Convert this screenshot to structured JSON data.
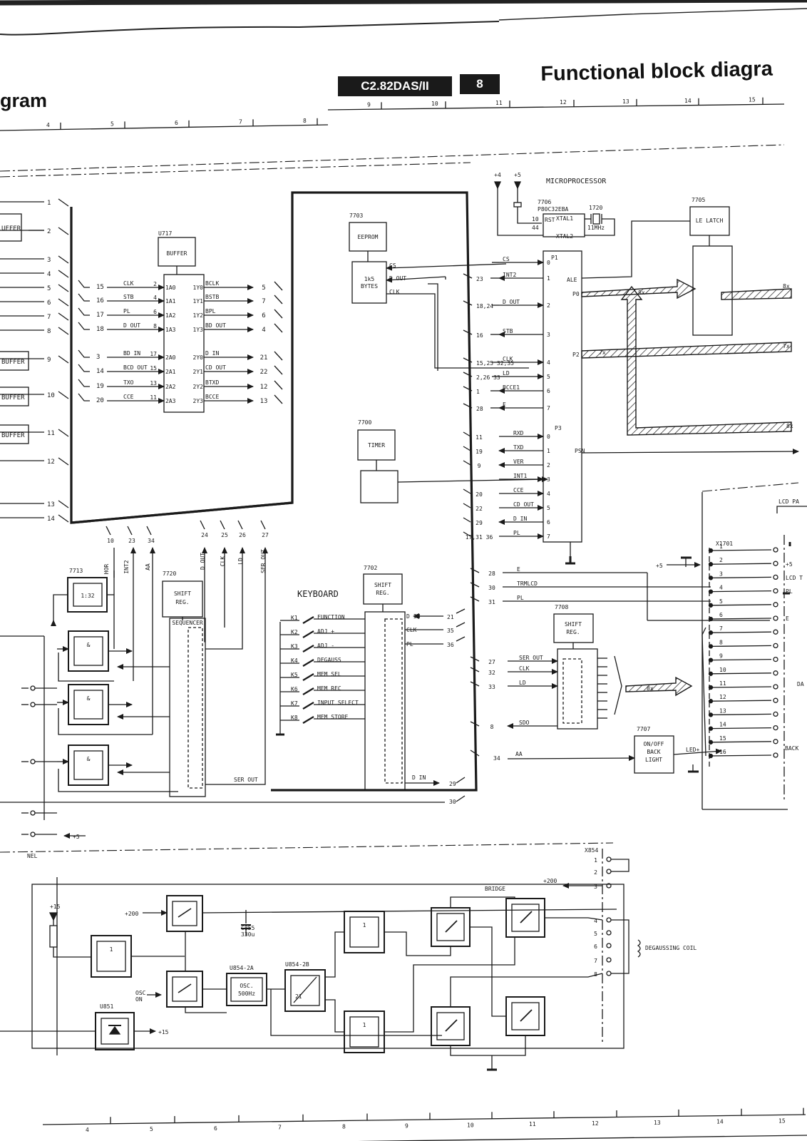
{
  "header": {
    "title_left": "gram",
    "title_right": "Functional block diagra",
    "model_tag": "C2.82DAS/II",
    "page_number": "8"
  },
  "ruler_top": [
    "4",
    "5",
    "6",
    "7",
    "8",
    "9",
    "10",
    "11",
    "12",
    "13",
    "14",
    "15"
  ],
  "ruler_bottom": [
    "4",
    "5",
    "6",
    "7",
    "8",
    "9",
    "10",
    "11",
    "12",
    "13",
    "14",
    "15"
  ],
  "left_edge": {
    "buffers": [
      "UFFER",
      "BUFFER",
      "BUFFER",
      "BUFFER"
    ],
    "connector_pins": [
      "1",
      "2",
      "3",
      "4",
      "5",
      "6",
      "7",
      "8",
      "9",
      "10",
      "11",
      "12",
      "13",
      "14"
    ]
  },
  "u717": {
    "ref": "U717",
    "name": "BUFFER",
    "inputs": [
      {
        "pin": "15",
        "sig": "CLK",
        "ipin": "2",
        "port": "1A0"
      },
      {
        "pin": "16",
        "sig": "STB",
        "ipin": "4",
        "port": "1A1"
      },
      {
        "pin": "17",
        "sig": "PL",
        "ipin": "6",
        "port": "1A2"
      },
      {
        "pin": "18",
        "sig": "D OUT",
        "ipin": "8",
        "port": "1A3"
      },
      {
        "pin": "3",
        "sig": "BD IN",
        "ipin": "17",
        "port": "2A0"
      },
      {
        "pin": "14",
        "sig": "BCD OUT",
        "ipin": "15",
        "port": "2A1"
      },
      {
        "pin": "19",
        "sig": "TXO",
        "ipin": "13",
        "port": "2A2"
      },
      {
        "pin": "20",
        "sig": "CCE",
        "ipin": "11",
        "port": "2A3"
      }
    ],
    "outputs": [
      {
        "port": "1Y0",
        "sig": "BCLK",
        "pin": "5"
      },
      {
        "port": "1Y1",
        "sig": "BSTB",
        "pin": "7"
      },
      {
        "port": "1Y2",
        "sig": "BPL",
        "pin": "6"
      },
      {
        "port": "1Y3",
        "sig": "BD OUT",
        "pin": "4"
      },
      {
        "port": "2Y0",
        "sig": "D IN",
        "pin": "21"
      },
      {
        "port": "2Y1",
        "sig": "CD OUT",
        "pin": "22"
      },
      {
        "port": "2Y2",
        "sig": "BTXD",
        "pin": "12"
      },
      {
        "port": "2Y3",
        "sig": "BCCE",
        "pin": "13"
      }
    ]
  },
  "lower_left": {
    "bottom_pins": [
      "10",
      "23",
      "34"
    ],
    "bottom_sigs": [
      "HOR",
      "INT2",
      "AA"
    ],
    "ic7713_ref": "7713",
    "ic7713_label": "1:32",
    "gate_label": "&",
    "ic7720_ref": "7720",
    "ic7720_label_1": "SHIFT",
    "ic7720_label_2": "REG.",
    "ic7720_sub": "SEQUENCER",
    "top_pins": [
      "24",
      "25",
      "26",
      "27"
    ],
    "top_sigs": [
      "D OUT",
      "CLK",
      "LD",
      "SER OUT"
    ],
    "ser_out": "SER OUT",
    "plus5": "+5"
  },
  "keyboard": {
    "title": "KEYBOARD",
    "keys": [
      {
        "k": "K1",
        "label": "FUNCTION"
      },
      {
        "k": "K2",
        "label": "ADJ +"
      },
      {
        "k": "K3",
        "label": "ADJ -"
      },
      {
        "k": "K4",
        "label": "DEGAUSS"
      },
      {
        "k": "K5",
        "label": "MEM SEL"
      },
      {
        "k": "K6",
        "label": "MEM REC"
      },
      {
        "k": "K7",
        "label": "INPUT SELECT"
      },
      {
        "k": "K8",
        "label": "MEM STORE"
      }
    ],
    "ic7702_ref": "7702",
    "ic7702_label_1": "SHIFT",
    "ic7702_label_2": "REG.",
    "ic7702_pins": [
      {
        "sig": "D IN",
        "pin": "21"
      },
      {
        "sig": "CLK",
        "pin": "35"
      },
      {
        "sig": "PL",
        "pin": "36"
      }
    ],
    "dout_sig": "D IN",
    "dout_pin": "29",
    "pin30": "30"
  },
  "eeprom": {
    "ref": "7703",
    "name": "EEPROM",
    "size_1": "1k5",
    "size_2": "BYTES",
    "sigs": [
      "CS",
      "D OUT",
      "CLK"
    ]
  },
  "timer": {
    "ref": "7700",
    "name": "TIMER"
  },
  "micro": {
    "title": "MICROPROCESSOR",
    "ref": "7706",
    "part": "P80C32EBA",
    "supply_4": "+4",
    "supply_5": "+5",
    "pin_rst": "10",
    "rst": "RST",
    "pin_44": "44",
    "xtal1": "XTAL1",
    "xtal2": "XTAL2",
    "xtal_ref": "1720",
    "xtal_freq": "11MHz",
    "ale": "ALE",
    "p0": "P0",
    "p1": "P1",
    "p2": "P2",
    "p3": "P3",
    "psn": "PSN",
    "p1_lines": [
      {
        "pin": "",
        "sig": "CS",
        "bit": "0"
      },
      {
        "pin": "23",
        "sig": "INT2",
        "bit": "1"
      },
      {
        "pin": "18,24",
        "sig": "D OUT",
        "bit": "2"
      },
      {
        "pin": "16",
        "sig": "STB",
        "bit": "3"
      },
      {
        "pin": "15,25 32,35",
        "sig": "CLK",
        "bit": "4"
      },
      {
        "pin": "2,26 33",
        "sig": "LD",
        "bit": "5"
      },
      {
        "pin": "1",
        "sig": "BCCE1",
        "bit": "6"
      },
      {
        "pin": "28",
        "sig": "E",
        "bit": "7"
      }
    ],
    "p3_lines": [
      {
        "pin": "11",
        "sig": "RXD",
        "bit": "0"
      },
      {
        "pin": "19",
        "sig": "TXD",
        "bit": "1"
      },
      {
        "pin": "9",
        "sig": "VER",
        "bit": "2"
      },
      {
        "pin": "",
        "sig": "INT1",
        "bit": "3"
      },
      {
        "pin": "20",
        "sig": "CCE",
        "bit": "4"
      },
      {
        "pin": "22",
        "sig": "CD OUT",
        "bit": "5"
      },
      {
        "pin": "29",
        "sig": "D IN",
        "bit": "6"
      },
      {
        "pin": "17,31 36",
        "sig": "PL",
        "bit": "7"
      }
    ],
    "bus_8x": "8x",
    "bus_7x": "7x"
  },
  "latch": {
    "ref": "7705",
    "name": "LE LATCH"
  },
  "right_side": {
    "lines": [
      {
        "pin": "28",
        "sig": "E"
      },
      {
        "pin": "30",
        "sig": "TRMLCD"
      },
      {
        "pin": "31",
        "sig": "PL"
      }
    ],
    "ic7708_ref": "7708",
    "ic7708_label_1": "SHIFT",
    "ic7708_label_2": "REG.",
    "ic7708_lines": [
      {
        "pin": "27",
        "sig": "SER OUT"
      },
      {
        "pin": "32",
        "sig": "CLK"
      },
      {
        "pin": "33",
        "sig": "LD"
      },
      {
        "pin": "8",
        "sig": "SDO"
      }
    ],
    "bus": "8x",
    "aa_pin": "34",
    "aa_sig": "AA",
    "ic7707_ref": "7707",
    "ic7707_l1": "ON/OFF",
    "ic7707_l2": "BACK",
    "ic7707_l3": "LIGHT",
    "led": "LED+",
    "lcd_pa": "LCD PA",
    "x1701": "X1701",
    "conn_pins": [
      "1",
      "2",
      "3",
      "4",
      "5",
      "6",
      "7",
      "8",
      "9",
      "10",
      "11",
      "12",
      "13",
      "14",
      "15",
      "16"
    ],
    "conn_labels": [
      "+5",
      "LCD T",
      "PL",
      "E",
      "DA",
      "BACK"
    ],
    "plus5": "+5"
  },
  "panel": {
    "label": "NEL",
    "x854": "X854",
    "x854_pins": [
      "1",
      "2",
      "3",
      "4",
      "5",
      "6",
      "7",
      "8"
    ],
    "plus200": "+200",
    "plus15": "+15",
    "bridge": "BRIDGE",
    "c855": "C855",
    "c855_val": "330u",
    "osc_on_1": "OSC",
    "osc_on_2": "ON",
    "u854a": "U854-2A",
    "osc_1": "OSC.",
    "osc_2": "500Hz",
    "u854b": "U854-2B",
    "u854b_in": "2I",
    "gate_1": "1",
    "u851": "U851",
    "out15": "+15",
    "coil": "DEGAUSSING COIL"
  }
}
